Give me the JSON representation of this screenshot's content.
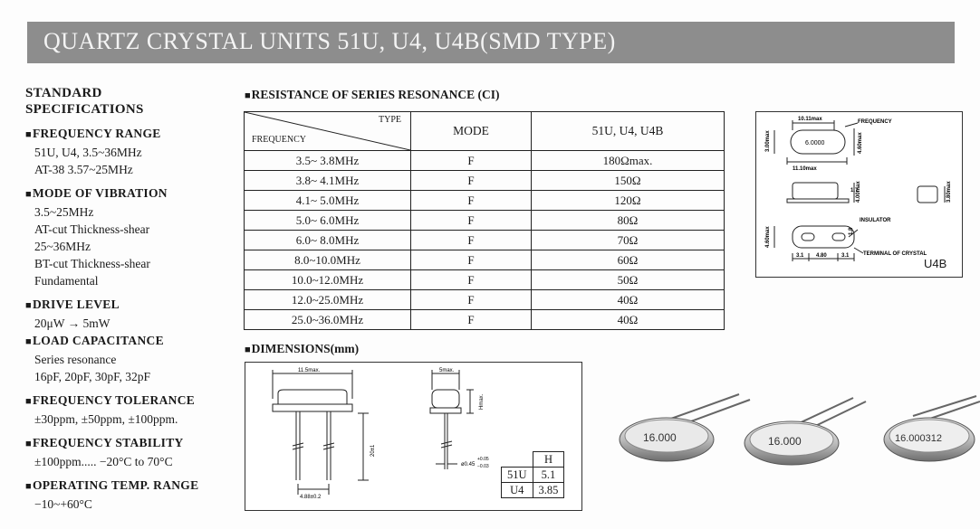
{
  "title": "QUARTZ CRYSTAL UNITS 51U, U4, U4B(SMD TYPE)",
  "specs": {
    "heading_line1": "STANDARD",
    "heading_line2": "SPECIFICATIONS",
    "frequency_range": {
      "title": "FREQUENCY RANGE",
      "lines": [
        "51U, U4, 3.5~36MHz",
        "AT-38 3.57~25MHz"
      ]
    },
    "mode_of_vibration": {
      "title": "MODE OF VIBRATION",
      "lines": [
        "3.5~25MHz",
        "AT-cut Thickness-shear",
        "25~36MHz",
        "BT-cut Thickness-shear",
        "Fundamental"
      ]
    },
    "drive_level": {
      "title": "DRIVE LEVEL",
      "lines": [
        "20μW → 5mW"
      ]
    },
    "load_capacitance": {
      "title": "LOAD CAPACITANCE",
      "lines": [
        "Series resonance",
        "16pF, 20pF, 30pF, 32pF"
      ]
    },
    "frequency_tolerance": {
      "title": "FREQUENCY TOLERANCE",
      "lines": [
        "±30ppm, ±50ppm, ±100ppm."
      ]
    },
    "frequency_stability": {
      "title": "FREQUENCY STABILITY",
      "lines": [
        "±100ppm..... −20°C to 70°C"
      ]
    },
    "operating_temp": {
      "title": "OPERATING TEMP. RANGE",
      "lines": [
        "−10~+60°C"
      ]
    }
  },
  "resistance": {
    "section_title": "RESISTANCE OF SERIES RESONANCE (CI)",
    "header": {
      "type": "TYPE",
      "frequency": "FREQUENCY",
      "mode": "MODE",
      "model": "51U, U4, U4B"
    },
    "rows": [
      {
        "freq": "3.5~ 3.8MHz",
        "mode": "F",
        "value": "180Ωmax."
      },
      {
        "freq": "3.8~ 4.1MHz",
        "mode": "F",
        "value": "150Ω"
      },
      {
        "freq": "4.1~ 5.0MHz",
        "mode": "F",
        "value": "120Ω"
      },
      {
        "freq": "5.0~ 6.0MHz",
        "mode": "F",
        "value": "80Ω"
      },
      {
        "freq": "6.0~ 8.0MHz",
        "mode": "F",
        "value": "70Ω"
      },
      {
        "freq": "8.0~10.0MHz",
        "mode": "F",
        "value": "60Ω"
      },
      {
        "freq": "10.0~12.0MHz",
        "mode": "F",
        "value": "50Ω"
      },
      {
        "freq": "12.0~25.0MHz",
        "mode": "F",
        "value": "40Ω"
      },
      {
        "freq": "25.0~36.0MHz",
        "mode": "F",
        "value": "40Ω"
      }
    ]
  },
  "dimensions": {
    "section_title": "DIMENSIONS(mm)",
    "labels": {
      "width": "11.5max.",
      "thick": "5max.",
      "height": "H",
      "hmax": "Hmax.",
      "lead_len": "20±1",
      "pitch": "4.88±0.2",
      "lead_dia": "ø0.45",
      "tol_plus": "+0.05",
      "tol_minus": "−0.03"
    },
    "h_table": {
      "header": "H",
      "rows": [
        {
          "model": "51U",
          "h": "5.1"
        },
        {
          "model": "U4",
          "h": "3.85"
        }
      ]
    }
  },
  "u4b": {
    "label": "U4B",
    "dim_top": "10.11max",
    "dim_bottom": "11.10max",
    "freq_tag": "FREQUENCY",
    "marking": "6.0000",
    "dim_left": "3.00max",
    "dim_right": "4.60max",
    "dim_side": "4.00max",
    "dim_small": "3.80max",
    "dim_pad": "1.7",
    "dim_pad2": "1.8",
    "insulator": "INSULATOR",
    "terminal": "TERMINAL OF CRYSTAL",
    "dim_base_left": "3.1",
    "dim_base_mid": "4.80",
    "dim_base_right": "3.1",
    "dim_base_h": "4.60max"
  },
  "photo": {
    "marking1": "16.000",
    "marking2": "16.000",
    "marking3": "16.000312"
  }
}
